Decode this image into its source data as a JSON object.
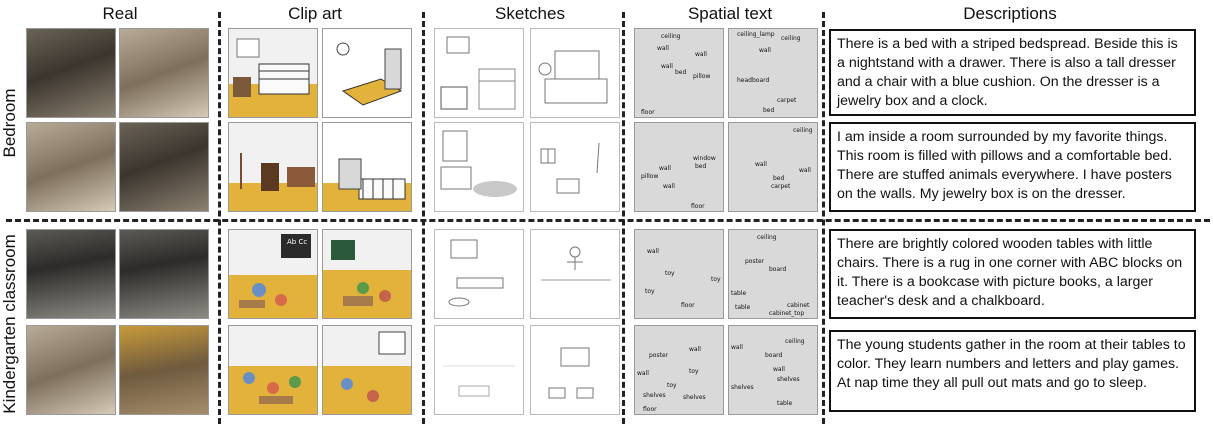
{
  "columns": [
    "Real",
    "Clip art",
    "Sketches",
    "Spatial text",
    "Descriptions"
  ],
  "rows": [
    "Bedroom",
    "Kindergarten classroom"
  ],
  "descriptions": [
    "There is a bed with a striped bedspread. Beside this is a nightstand with a drawer. There is also a tall dresser and a chair with a blue cushion. On the dresser is a jewelry box and a clock.",
    "I am inside a room surrounded by my favorite things. This room is filled with pillows and a comfortable bed. There are stuffed animals everywhere. I have posters on the walls. My jewelry box is on the dresser.",
    "There are brightly colored wooden tables with little chairs. There is a rug in one corner with ABC blocks on it. There is a bookcase with picture books, a larger teacher's desk and a chalkboard.",
    "The young students gather in the room at their tables to color. They learn numbers and letters and play games. At nap time they all pull out mats and go to sleep."
  ],
  "spatial_words": {
    "b1a": [
      "ceiling",
      "wall",
      "wall",
      "wall",
      "bed",
      "pillow",
      "floor"
    ],
    "b1b": [
      "ceiling_lamp",
      "ceiling",
      "wall",
      "headboard",
      "carpet",
      "bed"
    ],
    "b2a": [
      "window",
      "bed",
      "wall",
      "pillow",
      "wall",
      "floor"
    ],
    "b2b": [
      "ceiling",
      "wall",
      "wall",
      "bed",
      "carpet"
    ],
    "k1a": [
      "wall",
      "toy",
      "toy",
      "floor",
      "toy"
    ],
    "k1b": [
      "ceiling",
      "poster",
      "board",
      "table",
      "table",
      "cabinet",
      "cabinet_top"
    ],
    "k2a": [
      "wall",
      "poster",
      "wall",
      "toy",
      "shelves",
      "toy",
      "shelves",
      "floor"
    ],
    "k2b": [
      "ceiling",
      "wall",
      "board",
      "wall",
      "shelves",
      "shelves",
      "table"
    ]
  },
  "clip_art_sign": "Ab Cc"
}
